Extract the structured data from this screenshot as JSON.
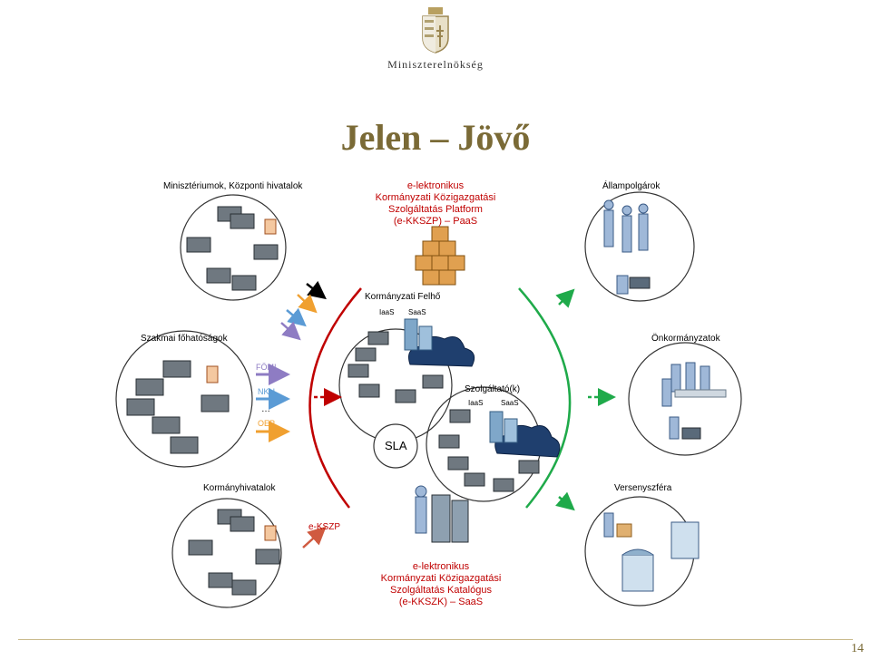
{
  "header": {
    "org_name": "Miniszterelnökség",
    "title": "Jelen – Jövő",
    "page_number": "14"
  },
  "groups": {
    "ministries": "Minisztériumok, Központi hivatalok",
    "citizens": "Állampolgárok",
    "authorities": "Szakmai főhatóságok",
    "municipalities": "Önkormányzatok",
    "gov_offices": "Kormányhivatalok",
    "business": "Versenyszféra"
  },
  "platform": {
    "lines": [
      "e-lektronikus",
      "Kormányzati Közigazgatási",
      "Szolgáltatás Platform",
      "(e-KKSZP) – PaaS"
    ]
  },
  "catalog": {
    "lines": [
      "e-lektronikus",
      "Kormányzati Közigazgatási",
      "Szolgáltatás Katalógus",
      "(e-KKSZK) – SaaS"
    ]
  },
  "cloud": {
    "title": "Kormányzati Felhő",
    "iaas": "IaaS",
    "saas": "SaaS",
    "sla": "SLA"
  },
  "provider": {
    "title": "Szolgáltató(k)",
    "iaas": "IaaS",
    "saas": "SaaS"
  },
  "authority_links": {
    "fomi": "FÖMI",
    "nkh": "NKH",
    "dots": "…",
    "oep": "OEP"
  },
  "ekszp": "e-KSZP",
  "colors": {
    "red": "#c00000",
    "green": "#1faa4a",
    "title": "#7a6a36",
    "purple": "#8e7cc3",
    "blue": "#5b9bd5",
    "orange": "#f0a030"
  }
}
